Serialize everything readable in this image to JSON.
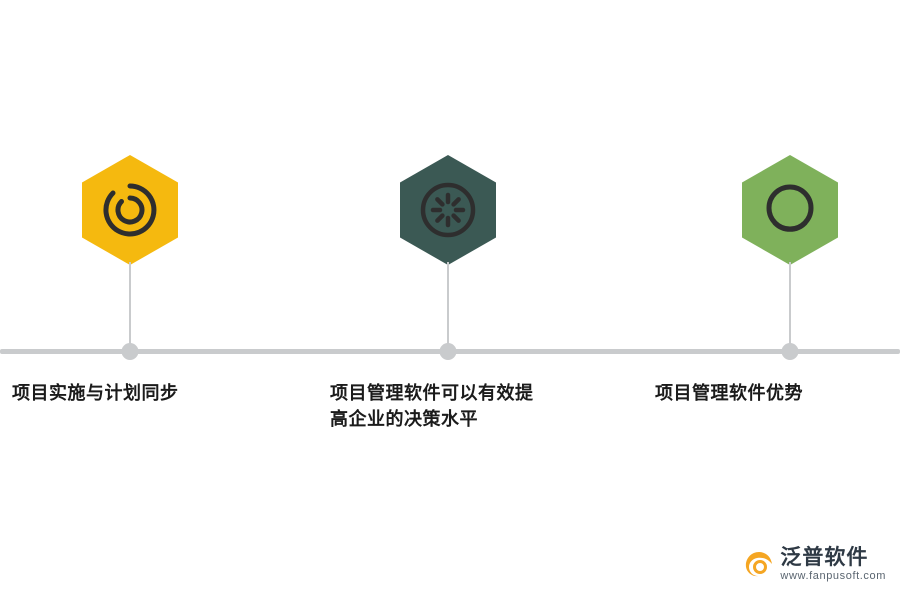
{
  "diagram": {
    "type": "timeline",
    "axis_color": "#c9cbcd",
    "nodes": [
      {
        "label": "项目实施与计划同步",
        "hex_color": "#f5b90f",
        "icon": "spiral-circle-icon",
        "icon_color": "#2e2e2e"
      },
      {
        "label": "项目管理软件可以有效提高企业的决策水平",
        "hex_color": "#3b5954",
        "icon": "sun-burst-circle-icon",
        "icon_color": "#2e2e2e"
      },
      {
        "label": "项目管理软件优势",
        "hex_color": "#7fb15b",
        "icon": "ring-circle-icon",
        "icon_color": "#2e2e2e"
      }
    ]
  },
  "logo": {
    "name": "泛普软件",
    "url": "www.fanpusoft.com",
    "mark_color": "#f5a623",
    "text_color": "#2f3a45"
  }
}
